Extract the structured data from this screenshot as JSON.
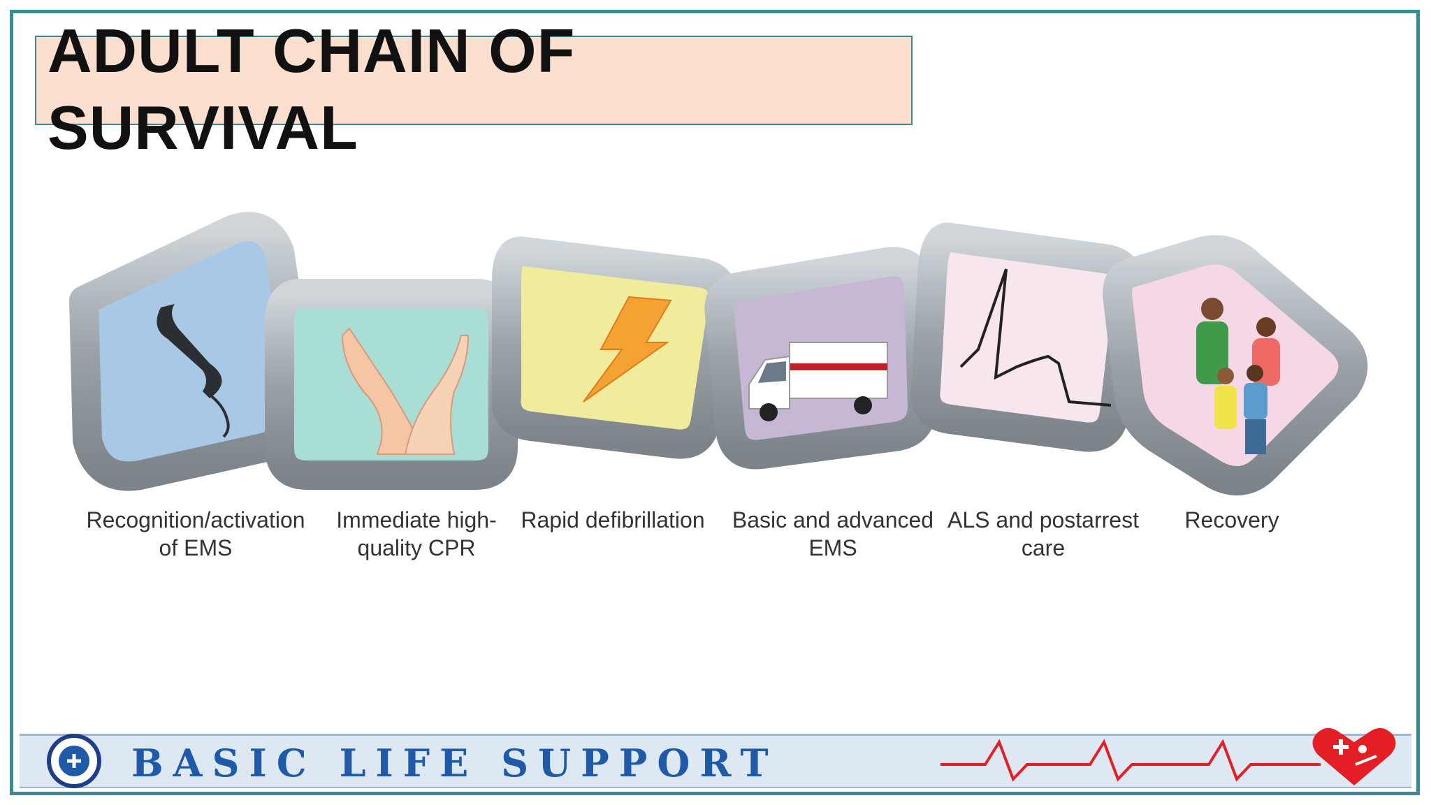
{
  "slide": {
    "title": "ADULT CHAIN OF SURVIVAL"
  },
  "chain": {
    "links": [
      {
        "caption": "Recognition/activation of EMS",
        "icon": "telephone-icon",
        "fill": "#a8c8e6"
      },
      {
        "caption": "Immediate high-quality CPR",
        "icon": "hands-cpr-icon",
        "fill": "#a9ded6"
      },
      {
        "caption": "Rapid defibrillation",
        "icon": "lightning-bolt-icon",
        "fill": "#f1ec9c"
      },
      {
        "caption": "Basic and advanced EMS",
        "icon": "ambulance-icon",
        "fill": "#c6b8d4"
      },
      {
        "caption": "ALS and postarrest care",
        "icon": "ecg-trace-icon",
        "fill": "#f8e6ee"
      },
      {
        "caption": "Recovery",
        "icon": "family-icon",
        "fill": "#f6d7e6"
      }
    ],
    "link_color": "#a4acb2"
  },
  "footer": {
    "text": "BASIC LIFE SUPPORT",
    "icons": [
      "seal-logo-icon",
      "heartbeat-line-icon",
      "heart-cpr-icon"
    ],
    "text_color": "#1e5aa8",
    "accent": "#e31e24"
  }
}
